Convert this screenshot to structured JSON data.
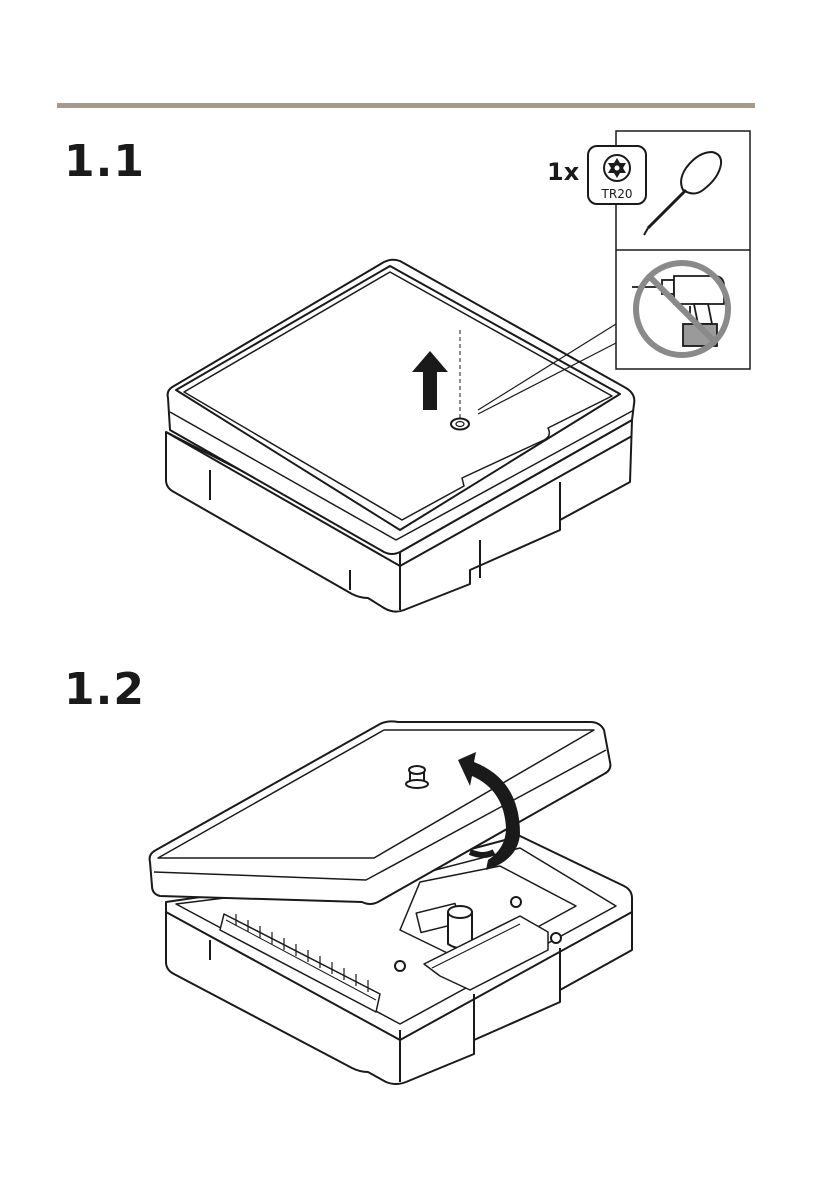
{
  "steps": [
    {
      "label": "1.1"
    },
    {
      "label": "1.2"
    }
  ],
  "tools": {
    "quantity": "1x",
    "bit_label": "TR20",
    "icons": [
      "torx-bit-icon",
      "screwdriver-icon",
      "no-power-drill-icon"
    ]
  },
  "colors": {
    "rule": "#a8998c",
    "line": "#1a1a1a",
    "prohibition": "#8a8a8a",
    "gray_fill": "#9a9a9a"
  }
}
